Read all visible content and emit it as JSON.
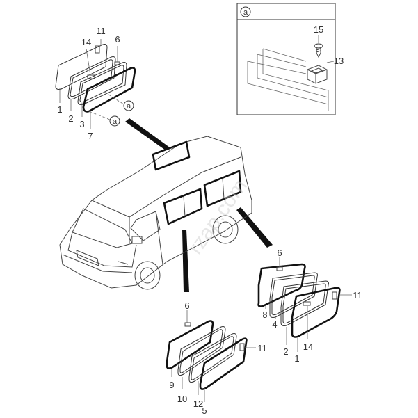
{
  "title": "Window glass and weatherstrip parts diagram",
  "watermark": "rzap.com",
  "detail_inset": {
    "ref": "a",
    "parts": [
      "15",
      "13"
    ]
  },
  "callouts": {
    "ref_a": "a",
    "top_group": {
      "p11": "11",
      "p14": "14",
      "p6": "6",
      "p1": "1",
      "p2": "2",
      "p3": "3",
      "p7": "7"
    },
    "right_group": {
      "p6": "6",
      "p11": "11",
      "p8": "8",
      "p4": "4",
      "p2": "2",
      "p14": "14",
      "p1": "1"
    },
    "bottom_group": {
      "p6": "6",
      "p11": "11",
      "p9": "9",
      "p10": "10",
      "p12": "12",
      "p5": "5"
    }
  }
}
